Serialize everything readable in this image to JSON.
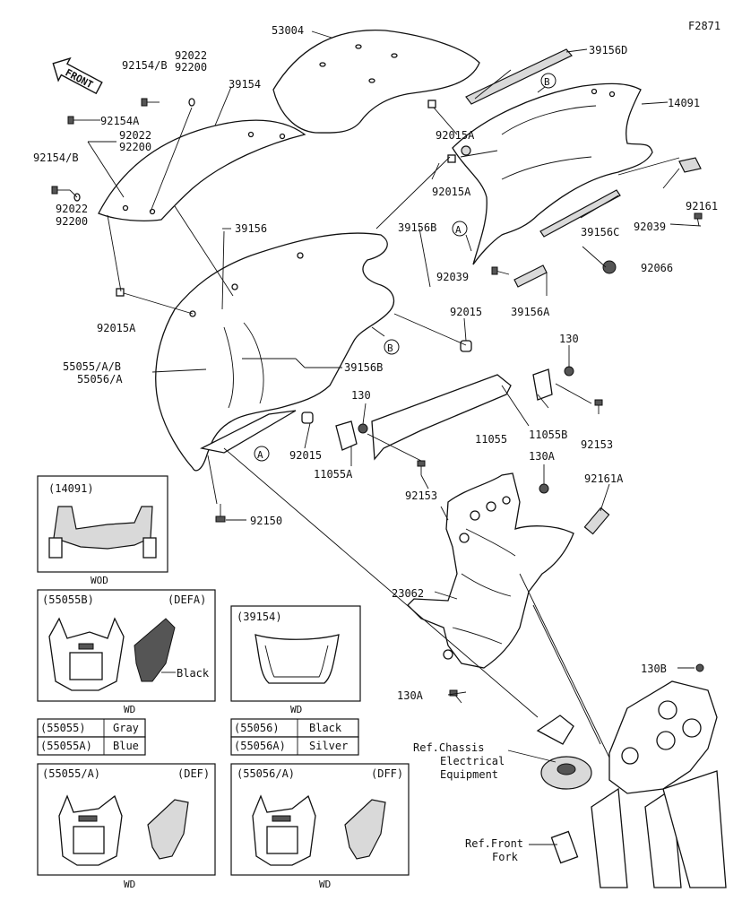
{
  "figure_code": "F2871",
  "front_label": "FRONT",
  "parts": {
    "p53004": "53004",
    "p39156D": "39156D",
    "p92154B_a": "92154/B",
    "p92022_a": "92022",
    "p92200_a": "92200",
    "p39154": "39154",
    "p14091": "14091",
    "p92154A": "92154A",
    "p92022_b": "92022",
    "p92200_b": "92200",
    "p92154B_b": "92154/B",
    "p92015A_a": "92015A",
    "p92015A_b": "92015A",
    "p92022_c": "92022",
    "p92200_c": "92200",
    "p92161": "92161",
    "p39156": "39156",
    "p39156C": "39156C",
    "p92039_a": "92039",
    "p39156B_a": "39156B",
    "p92039_b": "92039",
    "p92066": "92066",
    "p92015A_c": "92015A",
    "p39156A": "39156A",
    "p92015_a": "92015",
    "p130_a": "130",
    "p55055AB": "55055/A/B",
    "p55056A": "55056/A",
    "p39156B_b": "39156B",
    "p130_b": "130",
    "p11055": "11055",
    "p11055B": "11055B",
    "p92015_b": "92015",
    "p92153_a": "92153",
    "p11055A": "11055A",
    "p92153_b": "92153",
    "p130A_a": "130A",
    "p92161A": "92161A",
    "p92150": "92150",
    "p23062": "23062",
    "p130A_b": "130A",
    "p130B": "130B"
  },
  "callouts": {
    "A": "A",
    "B": "B"
  },
  "ref_chassis": [
    "Ref.Chassis",
    "Electrical",
    "Equipment"
  ],
  "ref_fork": [
    "Ref.Front",
    "Fork"
  ],
  "insets": {
    "i14091": {
      "title": "(14091)",
      "caption": "WOD"
    },
    "i55055B": {
      "title": "(55055B)",
      "code": "(DEFA)",
      "note": "Black",
      "caption": "WD"
    },
    "i39154": {
      "title": "(39154)",
      "caption": "WD"
    },
    "i55055A": {
      "title": "(55055/A)",
      "code": "(DEF)",
      "caption": "WD"
    },
    "i55056A": {
      "title": "(55056/A)",
      "code": "(DFF)",
      "caption": "WD"
    }
  },
  "color_table_left": [
    {
      "part": "(55055)",
      "color": "Gray"
    },
    {
      "part": "(55055A)",
      "color": "Blue"
    }
  ],
  "color_table_right": [
    {
      "part": "(55056)",
      "color": "Black"
    },
    {
      "part": "(55056A)",
      "color": "Silver"
    }
  ]
}
